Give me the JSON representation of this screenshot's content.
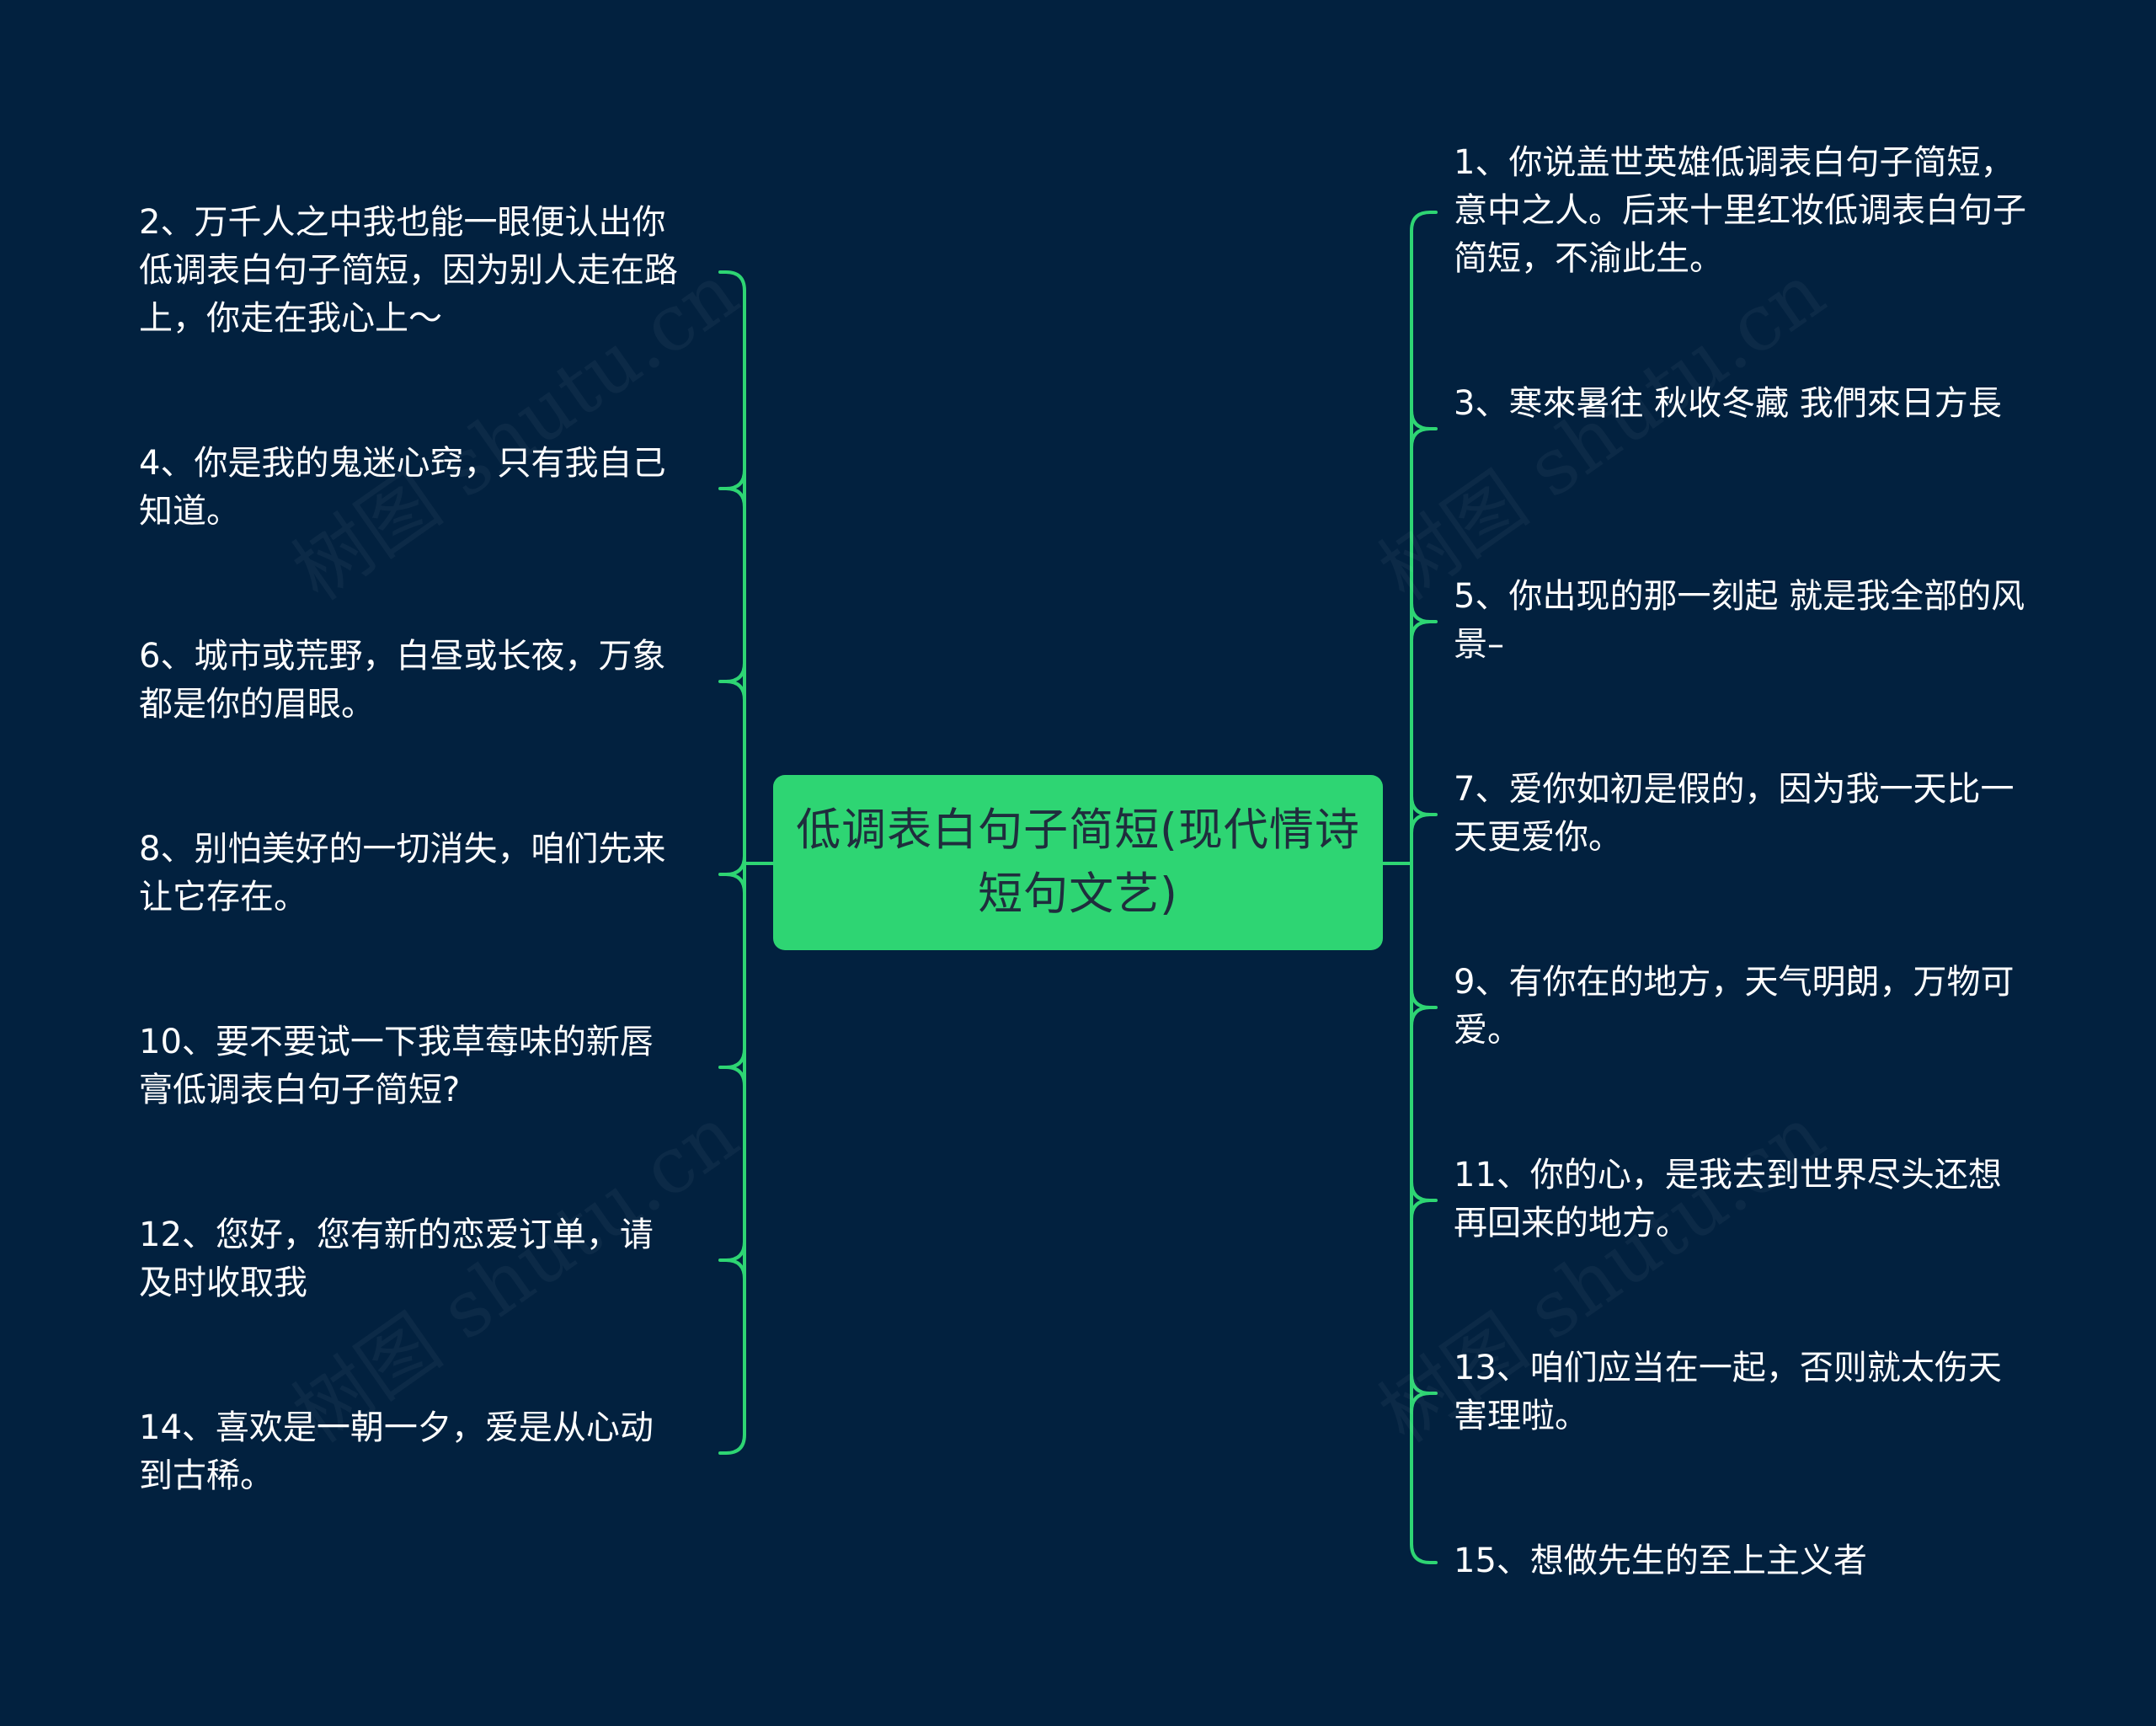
{
  "diagram": {
    "center": {
      "title": "低调表白句子简短(现代情诗短句文艺)"
    },
    "left_items": [
      {
        "text": "2、万千人之中我也能一眼便认出你低调表白句子简短，因为别人走在路上，你走在我心上～"
      },
      {
        "text": "4、你是我的鬼迷心窍，只有我自己知道。"
      },
      {
        "text": "6、城市或荒野，白昼或长夜，万象都是你的眉眼。"
      },
      {
        "text": "8、别怕美好的一切消失，咱们先来让它存在。"
      },
      {
        "text": "10、要不要试一下我草莓味的新唇膏低调表白句子简短?"
      },
      {
        "text": "12、您好，您有新的恋爱订单，请及时收取我"
      },
      {
        "text": "14、喜欢是一朝一夕，爱是从心动到古稀。"
      }
    ],
    "right_items": [
      {
        "text": "1、你说盖世英雄低调表白句子简短，意中之人。后来十里红妆低调表白句子简短，不渝此生。"
      },
      {
        "text": "3、寒來暑往 秋收冬藏 我們來日方長"
      },
      {
        "text": "5、你出现的那一刻起 就是我全部的风景–"
      },
      {
        "text": "7、爱你如初是假的，因为我一天比一天更爱你。"
      },
      {
        "text": "9、有你在的地方，天气明朗，万物可爱。"
      },
      {
        "text": "11、你的心，是我去到世界尽头还想再回来的地方。"
      },
      {
        "text": "13、咱们应当在一起，否则就太伤天害理啦。"
      },
      {
        "text": "15、想做先生的至上主义者"
      }
    ],
    "watermark": "树图 shutu.cn",
    "colors": {
      "background": "#02213f",
      "center_fill": "#2ed573",
      "center_text": "#1f2d3d",
      "connector": "#2ed573",
      "leaf_text": "#ffffff"
    }
  }
}
